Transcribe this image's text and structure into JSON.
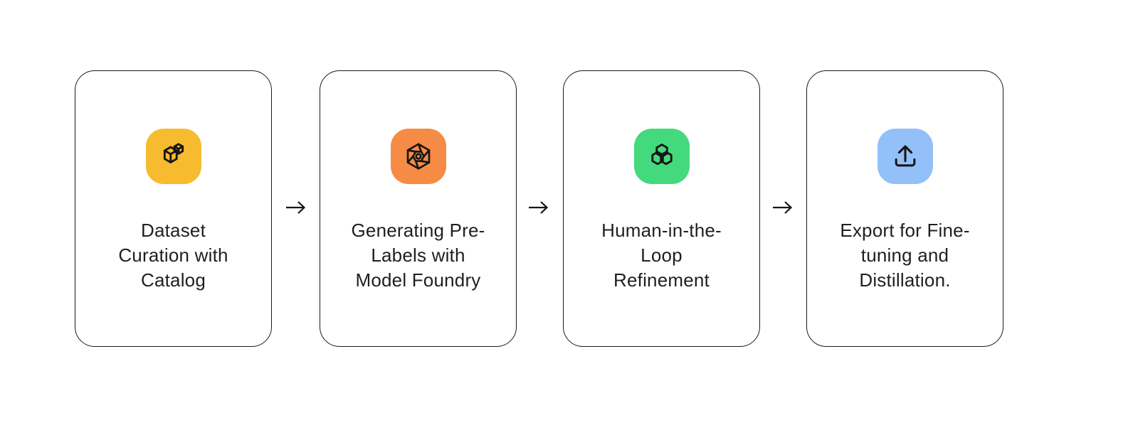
{
  "diagram": {
    "arrow_glyph": "→",
    "cards": [
      {
        "label": "Dataset Curation with Catalog",
        "lines": [
          "Dataset",
          "Curation with",
          "Catalog"
        ],
        "icon": "dataset-catalog-icon",
        "icon_bg": "#F6BB2F"
      },
      {
        "label": "Generating Pre-Labels with Model Foundry",
        "lines": [
          "Generating Pre-",
          "Labels with",
          "Model Foundry"
        ],
        "icon": "model-foundry-aperture-icon",
        "icon_bg": "#F68B46"
      },
      {
        "label": "Human-in-the-Loop Refinement",
        "lines": [
          "Human-in-the-",
          "Loop",
          "Refinement"
        ],
        "icon": "hexagon-cluster-icon",
        "icon_bg": "#45D97D"
      },
      {
        "label": "Export for Fine-tuning and Distillation.",
        "lines": [
          "Export for Fine-",
          "tuning and",
          "Distillation."
        ],
        "icon": "upload-icon",
        "icon_bg": "#93C0F8"
      }
    ],
    "colors": {
      "background": "#FFFFFF",
      "card_border": "#1A1A1A",
      "text": "#1F1F1F",
      "icon_glyph": "#161616",
      "arrow": "#161616"
    }
  }
}
